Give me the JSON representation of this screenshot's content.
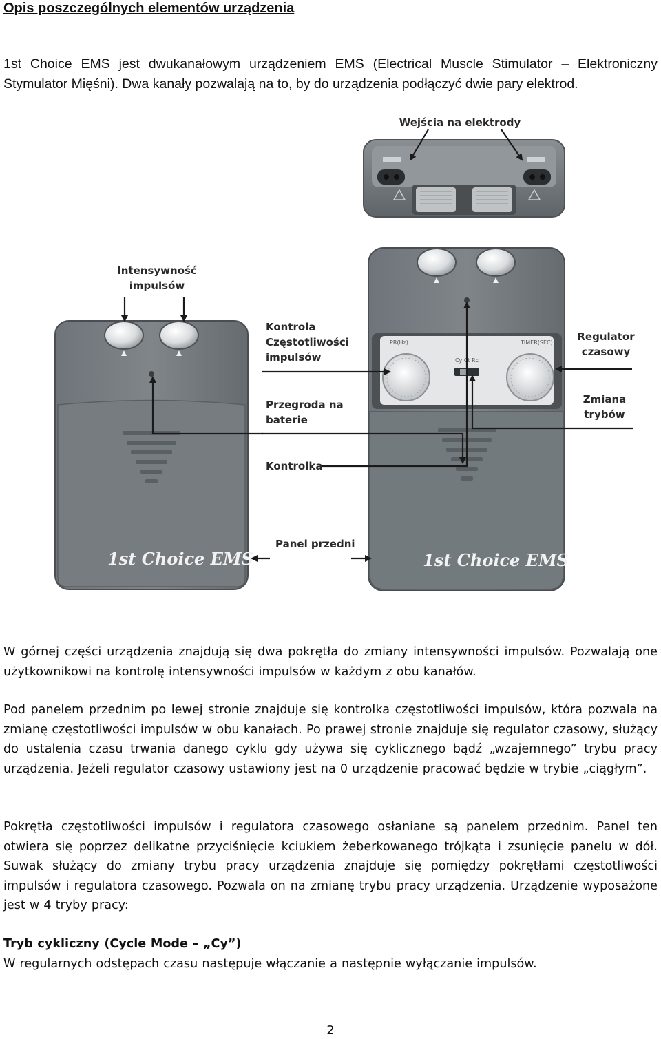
{
  "heading": "Opis poszczególnych elementów urządzenia",
  "intro": "1st Choice EMS jest dwukanałowym urządzeniem EMS (Electrical Muscle Stimulator – Elektroniczny Stymulator Mięśni). Dwa kanały pozwalają na to, by do urządzenia podłączyć dwie pary elektrod.",
  "figure": {
    "brand": "1st Choice EMS",
    "top_view_label": "Wejścia na elektrody",
    "left_labels": {
      "intensity": [
        "Intensywność",
        "impulsów"
      ]
    },
    "middle_labels": {
      "frequency": [
        "Kontrola",
        "Częstotliwości",
        "impulsów"
      ],
      "battery": [
        "Przegroda na",
        "baterie"
      ],
      "indicator": "Kontrolka",
      "front_panel": "Panel przedni"
    },
    "right_labels": {
      "timer": [
        "Regulator",
        "czasowy"
      ],
      "mode": [
        "Zmiana",
        "trybów"
      ]
    },
    "device_markings": {
      "pr_hr": "PR(Hz)",
      "timer_sec": "TIMER(SEC)",
      "modes": "Cy Ct Rc"
    }
  },
  "paragraphs": [
    "W górnej części urządzenia znajdują się dwa pokrętła do zmiany intensywności impulsów. Pozwalają one użytkownikowi na kontrolę intensywności impulsów w każdym z obu kanałów.",
    "Pod panelem przednim po lewej stronie znajduje się kontrolka częstotliwości impulsów, która pozwala na zmianę częstotliwości impulsów w obu kanałach. Po prawej stronie znajduje się regulator czasowy, służący do ustalenia czasu trwania danego cyklu gdy używa się cyklicznego bądź „wzajemnego” trybu pracy urządzenia. Jeżeli regulator czasowy ustawiony jest na 0 urządzenie pracować będzie w trybie „ciągłym”.",
    "Pokrętła częstotliwości impulsów i regulatora czasowego osłaniane są panelem przednim. Panel ten otwiera się poprzez delikatne przyciśnięcie kciukiem żeberkowanego trójkąta i zsunięcie panelu w dół. Suwak służący do zmiany trybu pracy urządzenia znajduje się pomiędzy pokrętłami częstotliwości impulsów i regulatora czasowego. Pozwala on na zmianę trybu pracy urządzenia. Urządzenie wyposażone jest w 4 tryby pracy:"
  ],
  "mode_section": {
    "title": "Tryb cykliczny (Cycle Mode – „Cy”)",
    "description": "W regularnych odstępach czasu następuje włączanie a następnie wyłączanie impulsów."
  },
  "page_number": "2"
}
